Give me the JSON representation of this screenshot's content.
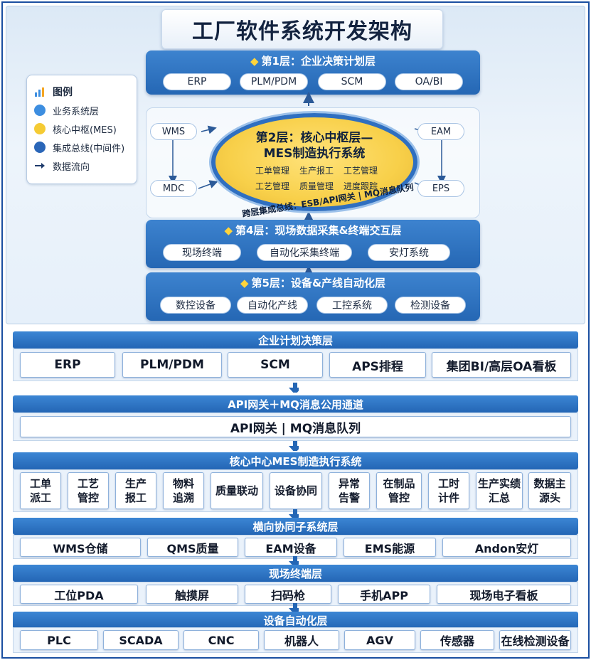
{
  "title": "工厂软件系统开发架构",
  "legend": {
    "header": "图例",
    "items": [
      {
        "label": "业务系统层",
        "color": "#3d8ee0"
      },
      {
        "label": "核心中枢(MES)",
        "color": "#f5cb34"
      },
      {
        "label": "集成总线(中间件)",
        "color": "#2a66b8"
      },
      {
        "label": "数据流向",
        "color": "#1d3a6b"
      }
    ]
  },
  "layer1": {
    "title": "第1层：企业决策计划层",
    "items": [
      "ERP",
      "PLM/PDM",
      "SCM",
      "OA/BI"
    ]
  },
  "layer2": {
    "title_line1": "第2层：核心中枢层—",
    "title_line2": "MES制造执行系统",
    "items": [
      "工单管理",
      "生产报工",
      "工艺管理",
      "工艺管理",
      "质量管理",
      "进度跟踪"
    ],
    "left": [
      "WMS",
      "MDC"
    ],
    "right": [
      "EAM",
      "EPS"
    ],
    "bus": "跨层集成总线：ESB/API网关 | MQ消息队列"
  },
  "layer4": {
    "title": "第4层：现场数据采集&终端交互层",
    "items": [
      "现场终端",
      "自动化采集终端",
      "安灯系统"
    ]
  },
  "layer5": {
    "title": "第5层：设备&产线自动化层",
    "items": [
      "数控设备",
      "自动化产线",
      "工控系统",
      "检测设备"
    ]
  },
  "arch": {
    "enterprise": {
      "title": "企业计划决策层",
      "items": [
        "ERP",
        "PLM/PDM",
        "SCM",
        "APS排程",
        "集团BI/高层OA看板"
      ]
    },
    "gateway": {
      "title": "API网关＋MQ消息公用通道",
      "content": "API网关 | MQ消息队列"
    },
    "core": {
      "title": "核心中心MES制造执行系统",
      "items": [
        "工单\n派工",
        "工艺\n管控",
        "生产\n报工",
        "物料\n追溯",
        "质量联动",
        "设备协同",
        "异常\n告警",
        "在制品\n管控",
        "工时\n计件",
        "生产实绩\n汇总",
        "数据主\n源头"
      ]
    },
    "collab": {
      "title": "横向协同子系统层",
      "items": [
        "WMS仓储",
        "QMS质量",
        "EAM设备",
        "EMS能源",
        "Andon安灯"
      ]
    },
    "terminal": {
      "title": "现场终端层",
      "items": [
        "工位PDA",
        "触摸屏",
        "扫码枪",
        "手机APP",
        "现场电子看板"
      ]
    },
    "device": {
      "title": "设备自动化层",
      "items": [
        "PLC",
        "SCADA",
        "CNC",
        "机器人",
        "AGV",
        "传感器",
        "在线检测设备"
      ]
    }
  }
}
